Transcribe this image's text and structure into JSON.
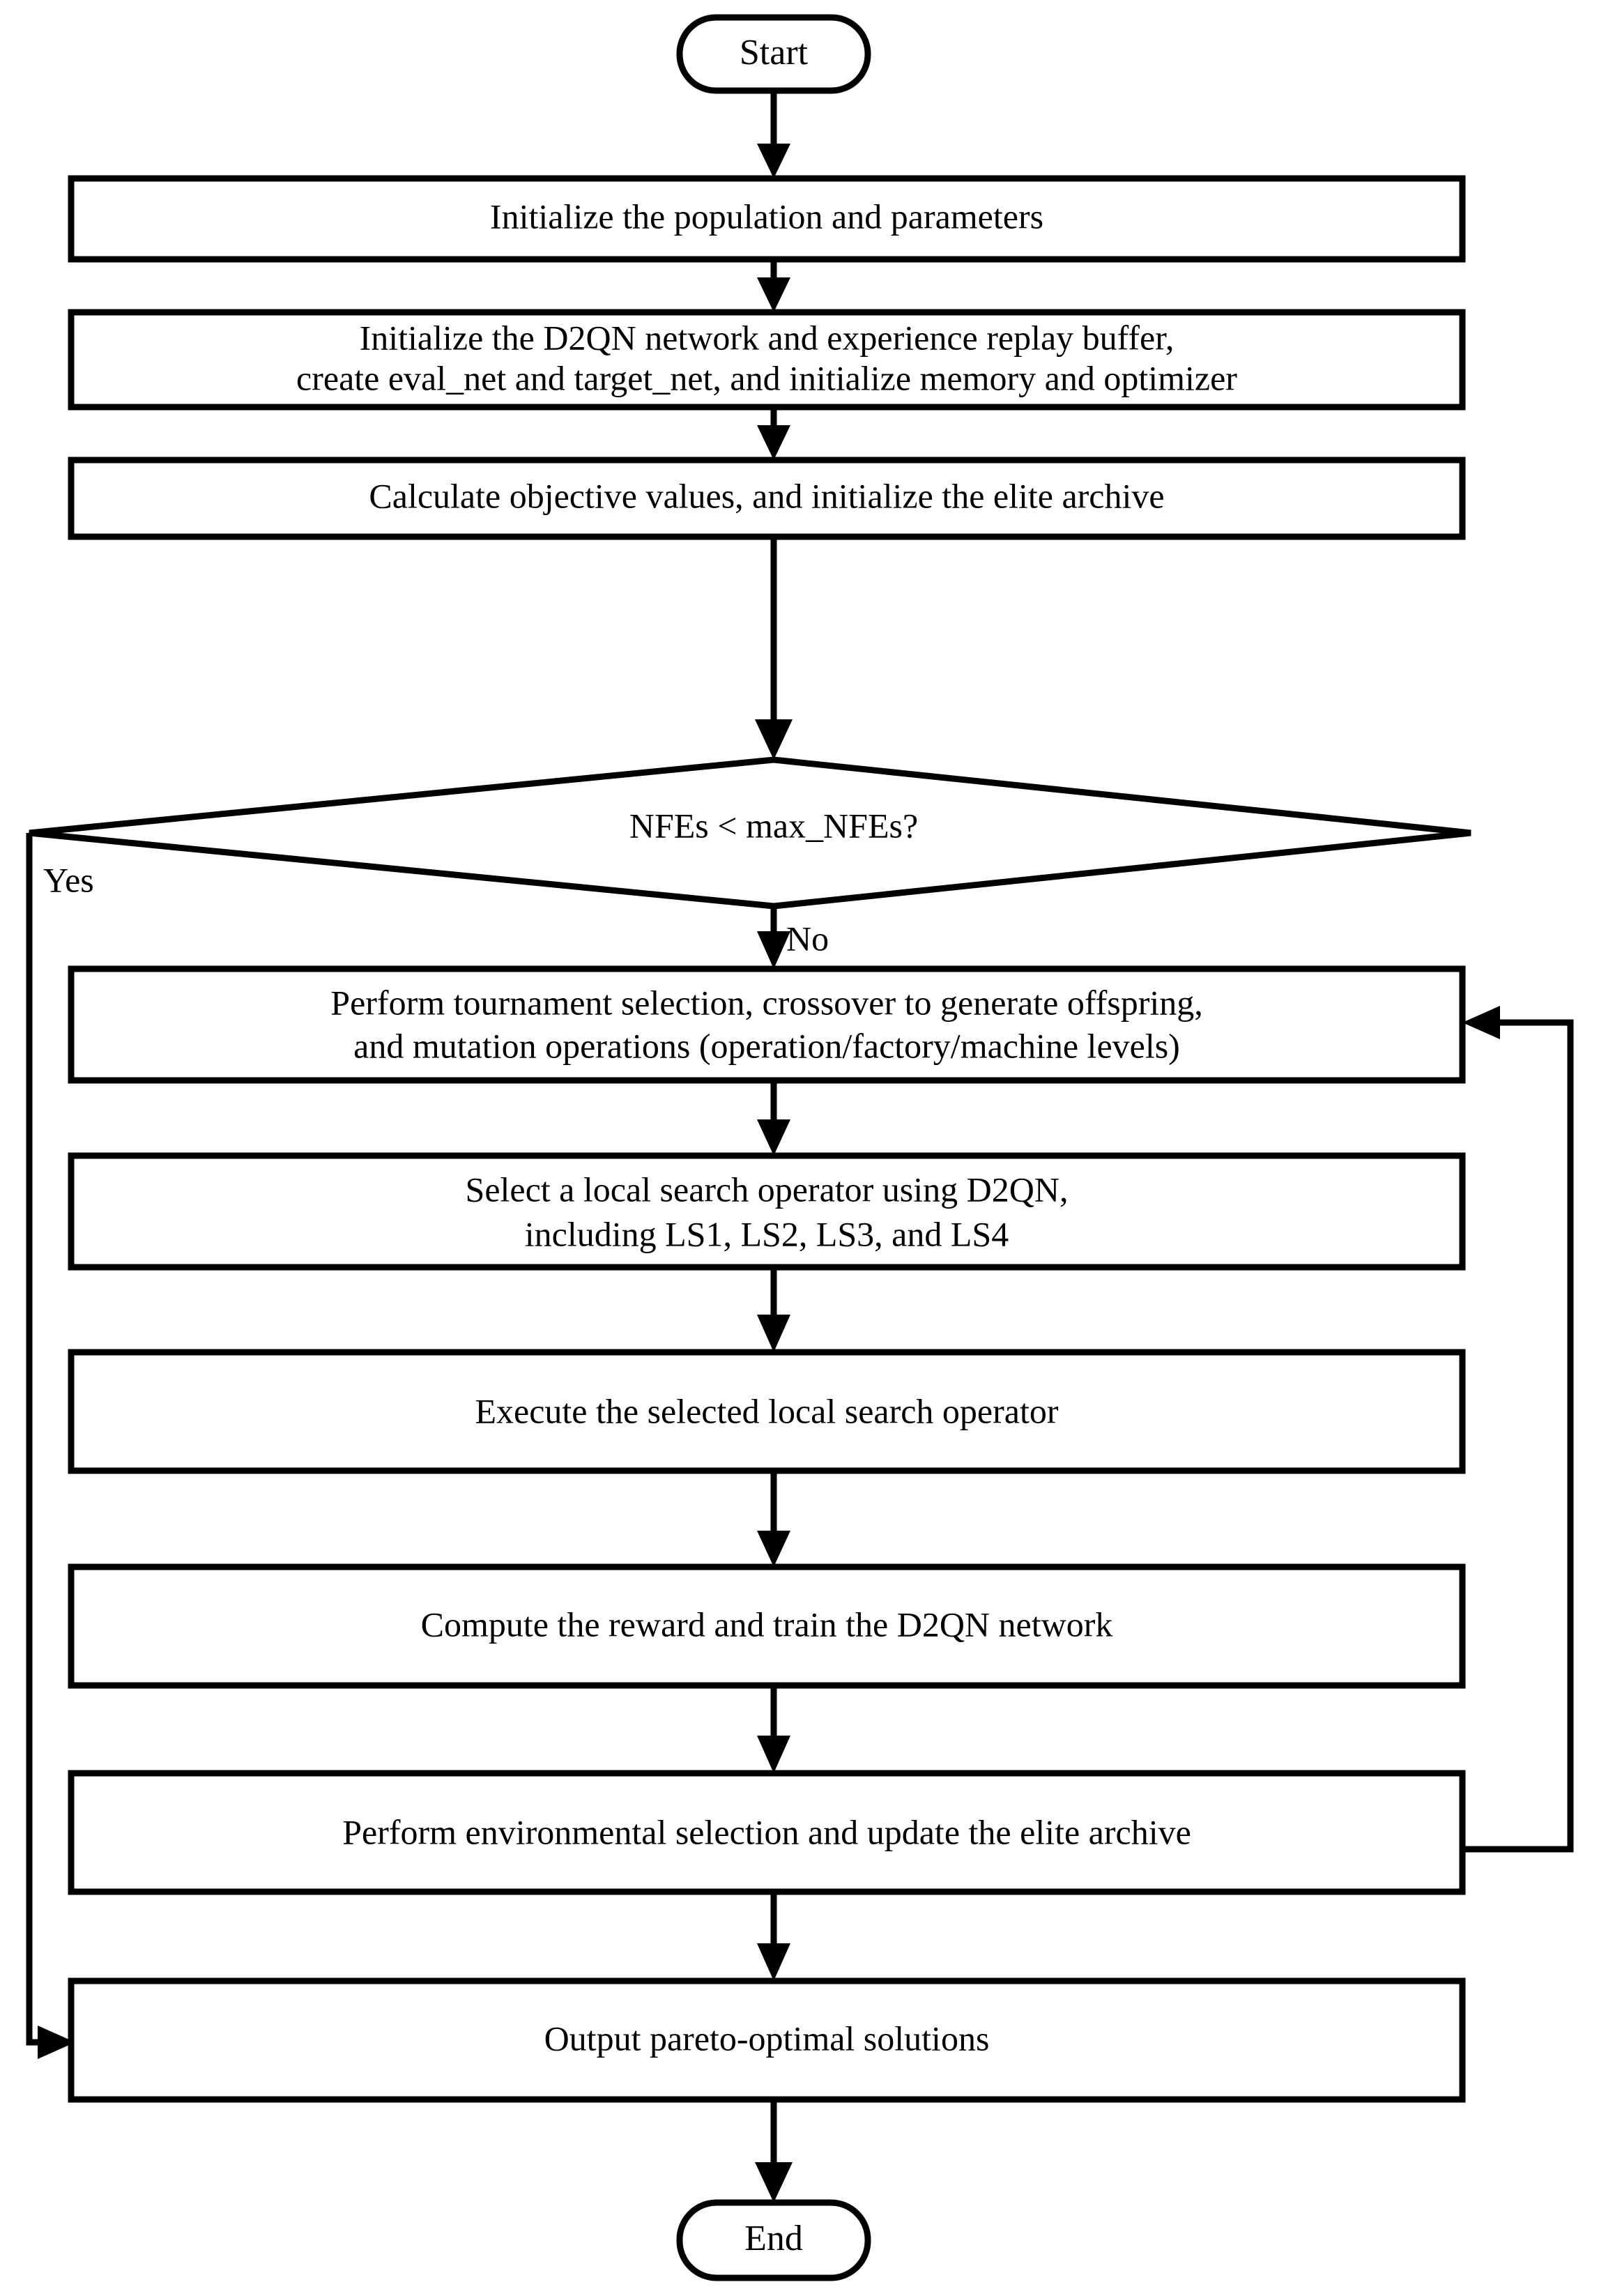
{
  "diagram": {
    "type": "flowchart",
    "title": "",
    "orientation": "top-to-bottom",
    "background_color": "#ffffff",
    "line_color": "#000000",
    "text_color": "#000000",
    "nodes": [
      {
        "id": "start",
        "shape": "terminal",
        "label": "Start"
      },
      {
        "id": "init-population",
        "shape": "process",
        "label": "Initialize the population and parameters",
        "lines": [
          "Initialize the population and parameters"
        ]
      },
      {
        "id": "init-network",
        "shape": "process",
        "label": "Initialize the D2QN network and experience replay buffer, create eval_net and target_net, and initialize memory and optimizer",
        "lines": [
          "Initialize the D2QN network and experience replay buffer,",
          "create eval_net and target_net, and initialize memory and optimizer"
        ]
      },
      {
        "id": "calc-objectives",
        "shape": "process",
        "label": "Calculate objective values, and initialize the elite archive",
        "lines": [
          "Calculate objective values, and initialize the elite archive"
        ]
      },
      {
        "id": "nfes-decision",
        "shape": "decision",
        "label": "NFEs < max_NFEs?",
        "lines": [
          "NFEs < max_NFEs?"
        ]
      },
      {
        "id": "tournament-selection",
        "shape": "process",
        "label": "Perform tournament selection, crossover to generate offspring, and mutation operations (operation/factory/machine levels)",
        "lines": [
          "Perform tournament selection, crossover to generate offspring,",
          "and mutation operations (operation/factory/machine levels)"
        ]
      },
      {
        "id": "select-local-search",
        "shape": "process",
        "label": "Select a local search operator using D2QN, including LS1, LS2, LS3, and LS4",
        "lines": [
          "Select a local search operator using D2QN,",
          "including LS1, LS2, LS3, and LS4"
        ]
      },
      {
        "id": "execute-local-search",
        "shape": "process",
        "label": "Execute the selected local search operator",
        "lines": [
          "Execute the selected local search operator"
        ]
      },
      {
        "id": "compute-reward",
        "shape": "process",
        "label": "Compute the reward and train the D2QN network",
        "lines": [
          "Compute the reward and train the D2QN network"
        ]
      },
      {
        "id": "environmental-selection",
        "shape": "process",
        "label": "Perform environmental selection and update the elite archive",
        "lines": [
          "Perform environmental selection and update the elite archive"
        ]
      },
      {
        "id": "output-solutions",
        "shape": "process",
        "label": "Output  pareto-optimal solutions",
        "lines": [
          "Output  pareto-optimal solutions"
        ]
      },
      {
        "id": "end",
        "shape": "terminal",
        "label": "End"
      }
    ],
    "edge_labels": {
      "yes": "Yes",
      "no": "No"
    },
    "edges": [
      {
        "from": "start",
        "to": "init-population",
        "label": ""
      },
      {
        "from": "init-population",
        "to": "init-network",
        "label": ""
      },
      {
        "from": "init-network",
        "to": "calc-objectives",
        "label": ""
      },
      {
        "from": "calc-objectives",
        "to": "nfes-decision",
        "label": ""
      },
      {
        "from": "nfes-decision",
        "to": "output-solutions",
        "label": "Yes"
      },
      {
        "from": "nfes-decision",
        "to": "tournament-selection",
        "label": "No"
      },
      {
        "from": "tournament-selection",
        "to": "select-local-search",
        "label": ""
      },
      {
        "from": "select-local-search",
        "to": "execute-local-search",
        "label": ""
      },
      {
        "from": "execute-local-search",
        "to": "compute-reward",
        "label": ""
      },
      {
        "from": "compute-reward",
        "to": "environmental-selection",
        "label": ""
      },
      {
        "from": "environmental-selection",
        "to": "tournament-selection",
        "label": ""
      },
      {
        "from": "environmental-selection",
        "to": "output-solutions",
        "label": ""
      },
      {
        "from": "output-solutions",
        "to": "end",
        "label": ""
      }
    ]
  }
}
